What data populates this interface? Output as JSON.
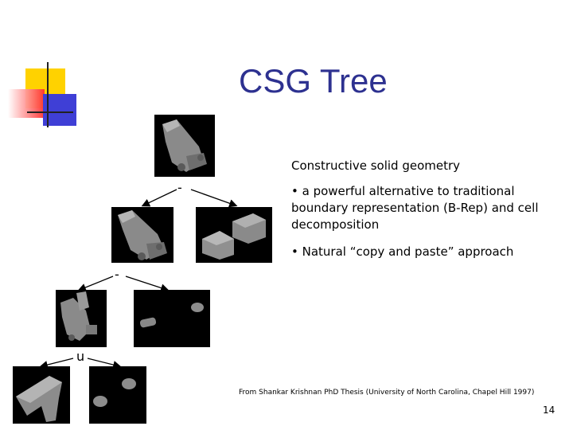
{
  "slide": {
    "title": "CSG Tree",
    "heading": "Constructive solid geometry",
    "bullet_1": "• a powerful alternative to traditional boundary representation (B-Rep) and cell decomposition",
    "bullet_2": "• Natural “copy and paste” approach",
    "credit": "From Shankar Krishnan PhD Thesis (University of North Carolina, Chapel Hill 1997)",
    "page_number": "14"
  },
  "tree": {
    "op_root": "-",
    "op_mid": "-",
    "op_low": "u"
  },
  "colors": {
    "title": "#2d3190",
    "accent_yellow": "#ffd200",
    "accent_red": "#ff3030",
    "accent_blue": "#3f3fd6"
  }
}
